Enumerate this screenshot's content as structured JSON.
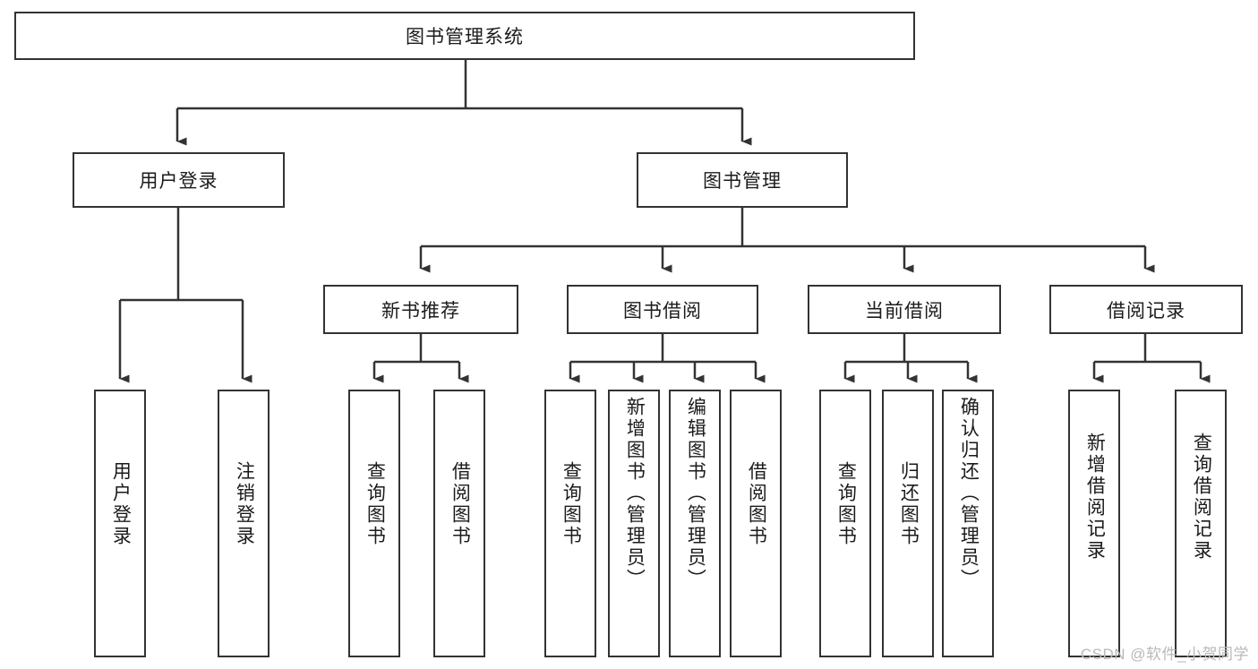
{
  "diagram": {
    "title": "图书管理系统",
    "watermark": "CSDN @软件_小贺同学",
    "root": {
      "label": "图书管理系统"
    },
    "level2": [
      {
        "label": "用户登录"
      },
      {
        "label": "图书管理"
      }
    ],
    "level3": [
      {
        "label": "新书推荐"
      },
      {
        "label": "图书借阅"
      },
      {
        "label": "当前借阅"
      },
      {
        "label": "借阅记录"
      }
    ],
    "leaves": {
      "user_login": [
        {
          "label": "用户登录"
        },
        {
          "label": "注销登录"
        }
      ],
      "new_book": [
        {
          "label": "查询图书"
        },
        {
          "label": "借阅图书"
        }
      ],
      "book_borrow": [
        {
          "label": "查询图书"
        },
        {
          "label": "新增图书（管理员）"
        },
        {
          "label": "编辑图书（管理员）"
        },
        {
          "label": "借阅图书"
        }
      ],
      "current_borrow": [
        {
          "label": "查询图书"
        },
        {
          "label": "归还图书"
        },
        {
          "label": "确认归还（管理员）"
        }
      ],
      "borrow_record": [
        {
          "label": "新增借阅记录"
        },
        {
          "label": "查询借阅记录"
        }
      ]
    },
    "colors": {
      "stroke": "#333333",
      "fill": "#ffffff",
      "text": "#1b1b1b",
      "watermark": "#b9b9b9"
    }
  }
}
